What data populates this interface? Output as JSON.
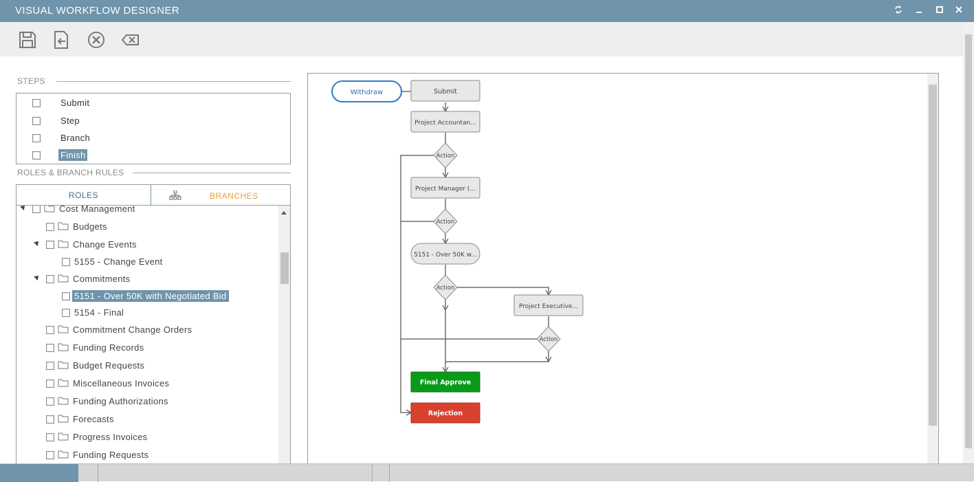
{
  "window": {
    "title": "VISUAL WORKFLOW DESIGNER"
  },
  "toolbar": {
    "icons": [
      "save-icon",
      "exit-icon",
      "cancel-icon",
      "clear-icon"
    ]
  },
  "steps": {
    "label": "STEPS",
    "items": [
      {
        "label": "Submit",
        "selected": false
      },
      {
        "label": "Step",
        "selected": false
      },
      {
        "label": "Branch",
        "selected": false
      },
      {
        "label": "Finish",
        "selected": true
      }
    ]
  },
  "roles_section": {
    "label": "ROLES & BRANCH RULES",
    "tabs": {
      "roles": "ROLES",
      "branches": "BRANCHES"
    },
    "tree": [
      {
        "label": "Cost Management"
      },
      {
        "label": "Budgets"
      },
      {
        "label": "Change Events"
      },
      {
        "label": "5155 - Change Event"
      },
      {
        "label": "Commitments"
      },
      {
        "label": "5151 - Over 50K with Negotiated Bid"
      },
      {
        "label": "5154 - Final"
      },
      {
        "label": "Commitment Change Orders"
      },
      {
        "label": "Funding Records"
      },
      {
        "label": "Budget Requests"
      },
      {
        "label": "Miscellaneous Invoices"
      },
      {
        "label": "Funding Authorizations"
      },
      {
        "label": "Forecasts"
      },
      {
        "label": "Progress Invoices"
      },
      {
        "label": "Funding Requests"
      }
    ]
  },
  "workflow": {
    "nodes": {
      "withdraw": "Withdraw",
      "submit": "Submit",
      "project_accountant": "Project Accountan...",
      "action1": "Action",
      "project_manager": "Project Manager (...",
      "action2": "Action",
      "over50k": "5151 - Over 50K w...",
      "action3": "Action",
      "project_executive": "Project Executive...",
      "action4": "Action",
      "final_approve": "Final Approve",
      "rejection": "Rejection"
    },
    "colors": {
      "approve": "#0a9a1a",
      "reject": "#d9412f",
      "accent": "#6f94ab",
      "withdraw_border": "#2e7bcf"
    }
  }
}
